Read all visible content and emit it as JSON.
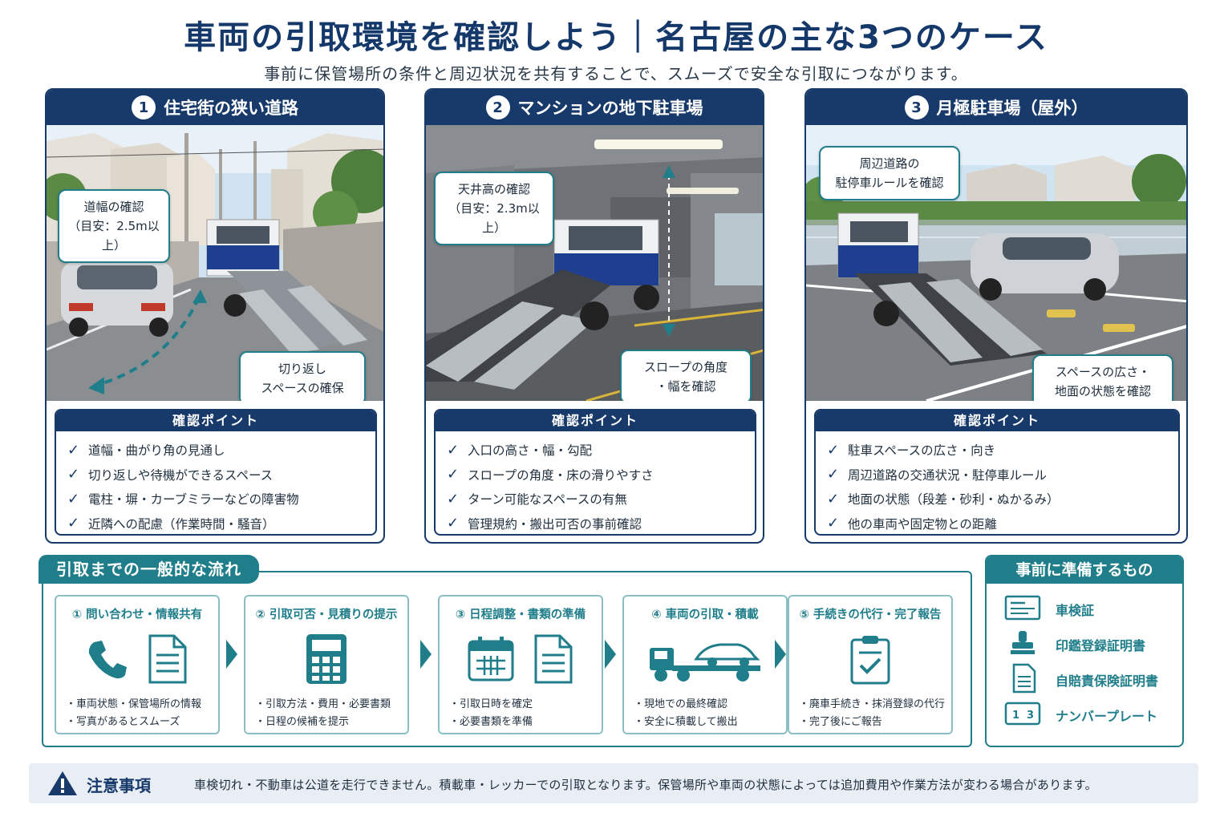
{
  "title": "車両の引取環境を確認しよう｜名古屋の主な3つのケース",
  "subtitle": "事前に保管場所の条件と周辺状況を共有することで、スムーズで安全な引取につながります。",
  "cases": [
    {
      "number": "1",
      "title": "住宅街の狭い道路",
      "callouts": [
        "道幅の確認\n（目安：2.5m以上）",
        "切り返し\nスペースの確保"
      ],
      "check_title": "確認ポイント",
      "checks": [
        "道幅・曲がり角の見通し",
        "切り返しや待機ができるスペース",
        "電柱・塀・カーブミラーなどの障害物",
        "近隣への配慮（作業時間・騒音）"
      ]
    },
    {
      "number": "2",
      "title": "マンションの地下駐車場",
      "callouts": [
        "天井高の確認\n（目安：2.3m以上）",
        "スロープの角度\n・幅を確認"
      ],
      "check_title": "確認ポイント",
      "checks": [
        "入口の高さ・幅・勾配",
        "スロープの角度・床の滑りやすさ",
        "ターン可能なスペースの有無",
        "管理規約・搬出可否の事前確認"
      ]
    },
    {
      "number": "3",
      "title": "月極駐車場（屋外）",
      "callouts": [
        "周辺道路の\n駐停車ルールを確認",
        "スペースの広さ・\n地面の状態を確認"
      ],
      "check_title": "確認ポイント",
      "checks": [
        "駐車スペースの広さ・向き",
        "周辺道路の交通状況・駐停車ルール",
        "地面の状態（段差・砂利・ぬかるみ）",
        "他の車両や固定物との距離"
      ]
    }
  ],
  "flow": {
    "title": "引取までの一般的な流れ",
    "steps": [
      {
        "title": "① 問い合わせ・情報共有",
        "notes": [
          "・車両状態・保管場所の情報",
          "・写真があるとスムーズ"
        ],
        "icons": [
          "phone-icon",
          "document-icon"
        ]
      },
      {
        "title": "② 引取可否・見積りの提示",
        "notes": [
          "・引取方法・費用・必要書類",
          "・日程の候補を提示"
        ],
        "icons": [
          "calculator-icon"
        ]
      },
      {
        "title": "③ 日程調整・書類の準備",
        "notes": [
          "・引取日時を確定",
          "・必要書類を準備"
        ],
        "icons": [
          "calendar-icon",
          "document-icon"
        ]
      },
      {
        "title": "④ 車両の引取・積載",
        "notes": [
          "・現地での最終確認",
          "・安全に積載して搬出"
        ],
        "icons": [
          "tow-truck-icon"
        ]
      },
      {
        "title": "⑤ 手続きの代行・完了報告",
        "notes": [
          "・廃車手続き・抹消登録の代行",
          "・完了後にご報告"
        ],
        "icons": [
          "clipboard-check-icon"
        ]
      }
    ]
  },
  "prep": {
    "title": "事前に準備するもの",
    "items": [
      {
        "label": "車検証",
        "icon": "certificate-icon"
      },
      {
        "label": "印鑑登録証明書",
        "icon": "seal-stamp-icon"
      },
      {
        "label": "自賠責保険証明書",
        "icon": "insurance-document-icon"
      },
      {
        "label": "ナンバープレート",
        "icon": "license-plate-icon"
      }
    ]
  },
  "notice": {
    "label": "注意事項",
    "text": "車検切れ・不動車は公道を走行できません。積載車・レッカーでの引取となります。保管場所や車両の状態によっては追加費用や作業方法が変わる場合があります。"
  },
  "colors": {
    "navy": "#173a6b",
    "teal": "#1f7e8a",
    "notice_bg": "#e8eef4"
  }
}
